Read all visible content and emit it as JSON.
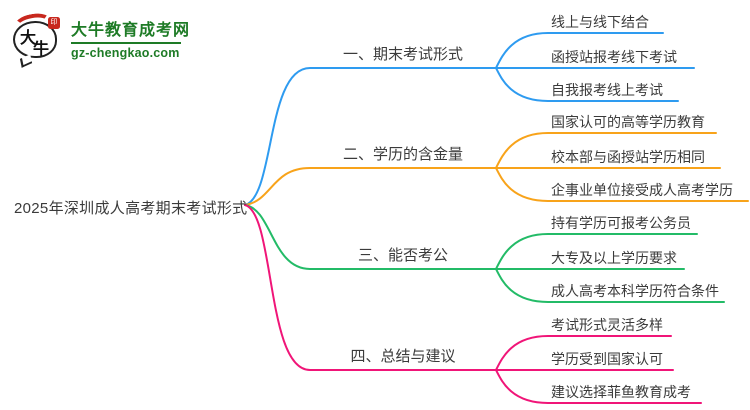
{
  "logo": {
    "mark_char_1": "大",
    "mark_char_2": "牛",
    "seal_char": "印",
    "site_name": "大牛教育成考网",
    "site_url": "gz-chengkao.com",
    "brand_green": "#1e7b26",
    "brand_red": "#c8281e"
  },
  "mindmap": {
    "root": "2025年深圳成人高考期末考试形式",
    "text_color": "#3b3b3b",
    "background": "#ffffff",
    "branches": [
      {
        "label": "一、期末考试形式",
        "color": "#2e9bf0",
        "children": [
          "线上与线下结合",
          "函授站报考线下考试",
          "自我报考线上考试"
        ]
      },
      {
        "label": "二、学历的含金量",
        "color": "#f8a31a",
        "children": [
          "国家认可的高等学历教育",
          "校本部与函授站学历相同",
          "企事业单位接受成人高考学历"
        ]
      },
      {
        "label": "三、能否考公",
        "color": "#23bb67",
        "children": [
          "持有学历可报考公务员",
          "大专及以上学历要求",
          "成人高考本科学历符合条件"
        ]
      },
      {
        "label": "四、总结与建议",
        "color": "#f01578",
        "children": [
          "考试形式灵活多样",
          "学历受到国家认可",
          "建议选择菲鱼教育成考"
        ]
      }
    ]
  }
}
